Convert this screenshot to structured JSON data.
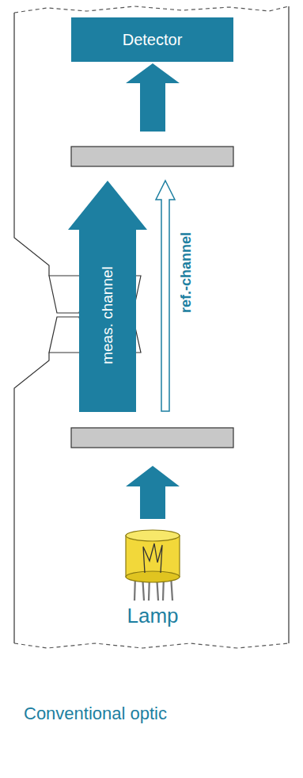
{
  "diagram": {
    "caption": "Conventional optic",
    "nodes": [
      {
        "text": [
          "Detector"
        ]
      },
      {
        "text": [
          "meas. channel"
        ]
      },
      {
        "text": [
          "ref.-channel"
        ]
      },
      {
        "text": [
          "Lamp"
        ]
      }
    ]
  }
}
